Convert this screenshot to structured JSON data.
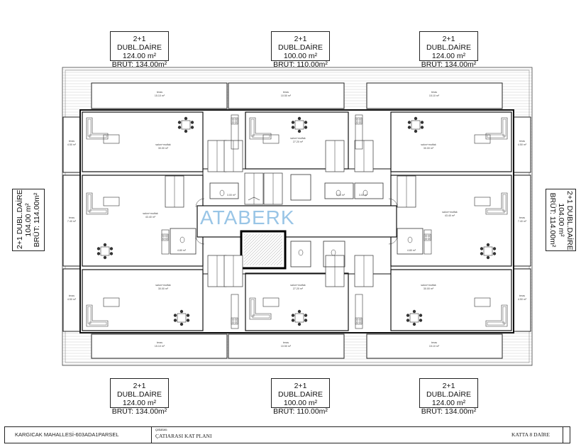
{
  "units": {
    "top": [
      {
        "name": "2+1 DUBL.DAİRE",
        "net": "124.00 m²",
        "gross": "BRÜT: 134.00m²"
      },
      {
        "name": "2+1 DUBL.DAİRE",
        "net": "100.00 m²",
        "gross": "BRÜT: 110.00m²"
      },
      {
        "name": "2+1 DUBL.DAİRE",
        "net": "124.00 m²",
        "gross": "BRÜT: 134.00m²"
      }
    ],
    "bottom": [
      {
        "name": "2+1 DUBL.DAİRE",
        "net": "124.00 m²",
        "gross": "BRÜT: 134.00m²"
      },
      {
        "name": "2+1 DUBL.DAİRE",
        "net": "100.00 m²",
        "gross": "BRÜT: 110.00m²"
      },
      {
        "name": "2+1 DUBL.DAİRE",
        "net": "124.00 m²",
        "gross": "BRÜT: 134.00m²"
      }
    ],
    "left": {
      "name": "2+1 DUBL.DAİRE",
      "net": "104.00 m²",
      "gross": "BRÜT: 114.00m²"
    },
    "right": {
      "name": "2+1 DUBL.DAİRE",
      "net": "104.00 m²",
      "gross": "BRÜT: 114.00m²"
    }
  },
  "plan_labels": {
    "salon_mutfak": "salon+mutfak",
    "teras": "teras",
    "top_terraces": [
      "15.10 m²",
      "10.50 m²",
      "15.10 m²"
    ],
    "bottom_terraces": [
      "15.10 m²",
      "10.50 m²",
      "15.10 m²"
    ],
    "salons_top": [
      "30.00 m²",
      "27.20 m²",
      "30.00 m²"
    ],
    "salons_mid": [
      "43.40 m²",
      "43.40 m²"
    ],
    "salons_bottom": [
      "30.00 m²",
      "27.20 m²",
      "30.00 m²"
    ],
    "side_terraces_left": [
      "4.50 m²",
      "7.40 m²",
      "4.50 m²"
    ],
    "side_terraces_right": [
      "4.50 m²",
      "7.40 m²",
      "4.50 m²"
    ],
    "wc_label": "3.00 m²",
    "bath_label": "4.80 m²"
  },
  "watermark": "ATABERK",
  "footer": {
    "project": "KARGICAK MAHALLESİ-603ADA1PARSEL",
    "small": "çatıarası",
    "sheet": "ÇATIARASI  KAT PLANI",
    "floor": "KATTA 8 DAİRE"
  },
  "colors": {
    "line": "#222222",
    "hatch": "#555555",
    "watermark": "#4696d2"
  }
}
